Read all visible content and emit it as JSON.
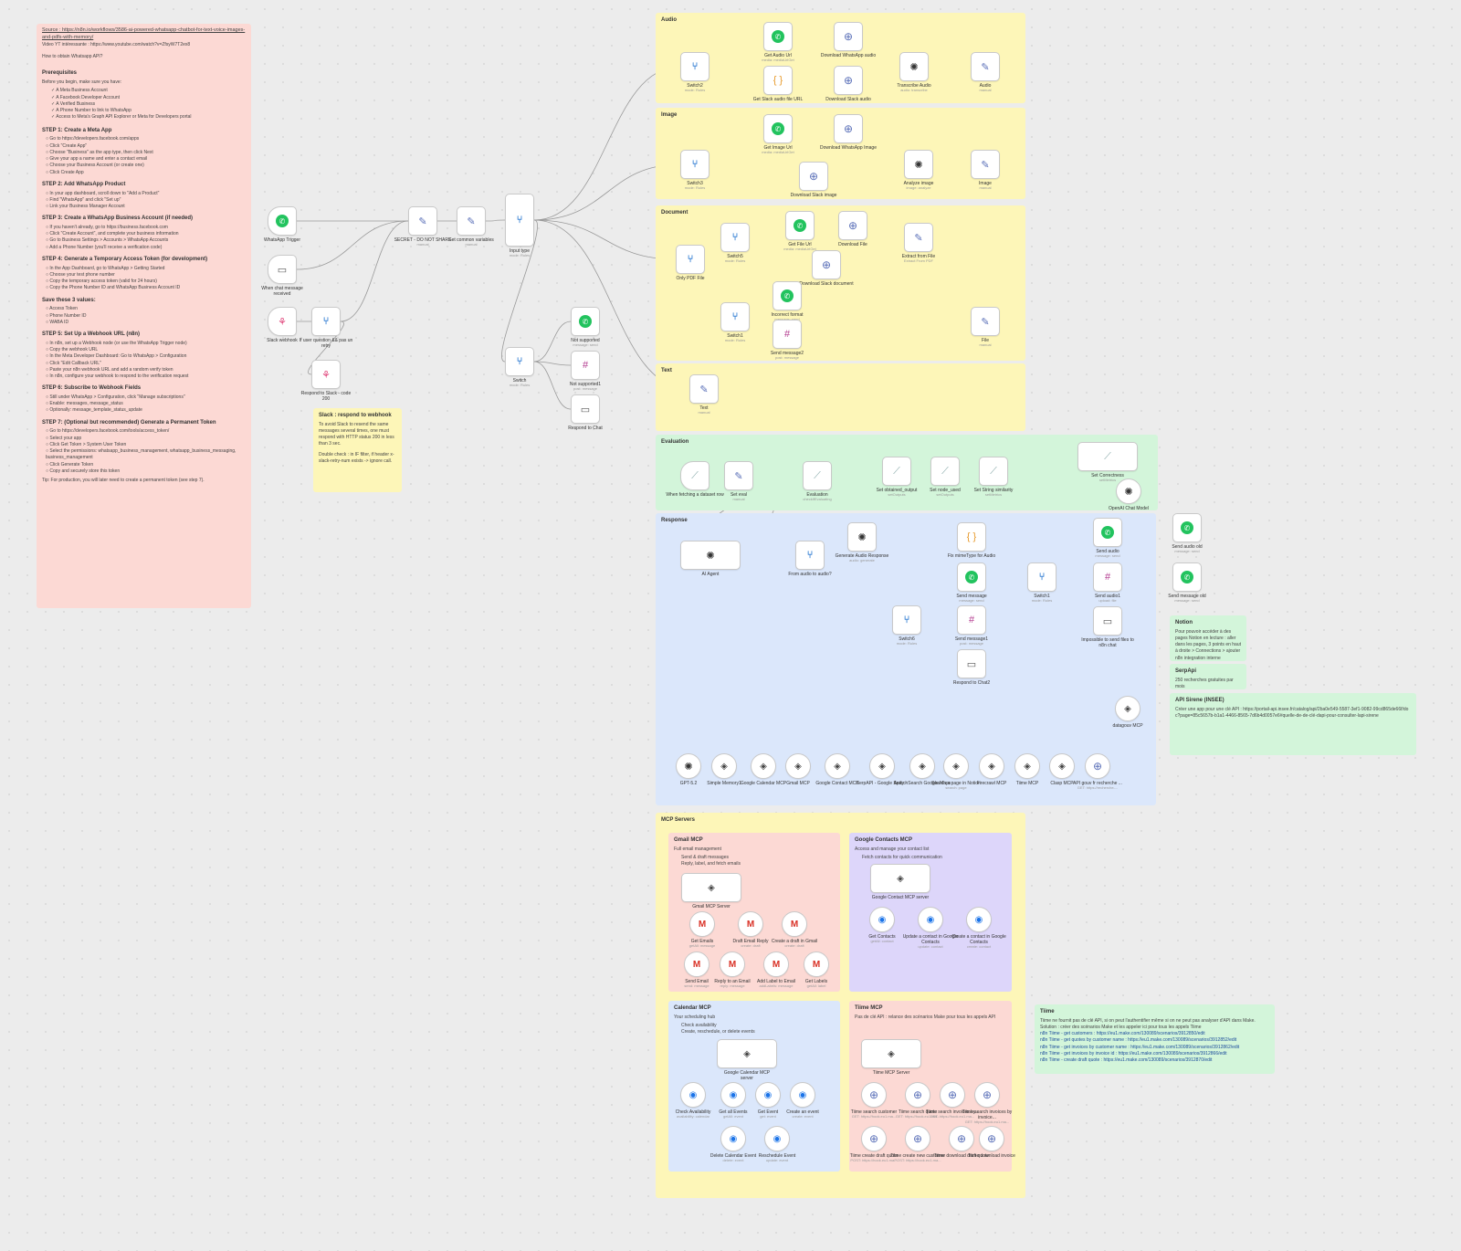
{
  "colors": {
    "pink": "#fcd9d4",
    "yellow": "#fdf6b8",
    "green": "#d3f5da",
    "blue": "#dbe7fb",
    "lilac": "#ddd6fa",
    "whatsapp": "#22c35e",
    "switch": "#3f86d6"
  },
  "notes": {
    "source_label": "Source : https://n8n.io/workflows/3586-ai-powered-whatsapp-chatbot-for-text-voice-images-and-pdfs-with-memory/",
    "video_label": "Video YT intéressante : https://www.youtube.com/watch?v=ZfsyW7T2ex8",
    "how_to": "How to obtain Whatsapp API?",
    "prereq_title": "Prerequisites",
    "prereq_intro": "Before you begin, make sure you have:",
    "prereq_items": [
      "A Meta Business Account",
      "A Facebook Developer Account",
      "A Verified Business",
      "A Phone Number to link to WhatsApp",
      "Access to Meta's Graph API Explorer or Meta for Developers portal"
    ],
    "steps": [
      {
        "title": "STEP 1: Create a Meta App",
        "items": [
          "Go to https://developers.facebook.com/apps",
          "Click \"Create App\"",
          "Choose \"Business\" as the app type, then click Next",
          "Give your app a name and enter a contact email",
          "Choose your Business Account (or create one)",
          "Click Create App"
        ]
      },
      {
        "title": "STEP 2: Add WhatsApp Product",
        "items": [
          "In your app dashboard, scroll down to \"Add a Product\"",
          "Find \"WhatsApp\" and click \"Set up\"",
          "Link your Business Manager Account"
        ]
      },
      {
        "title": "STEP 3: Create a WhatsApp Business Account (if needed)",
        "items": [
          "If you haven't already, go to https://business.facebook.com",
          "Click \"Create Account\", and complete your business information",
          "Go to Business Settings > Accounts > WhatsApp Accounts",
          "Add a Phone Number (you'll receive a verification code)"
        ]
      },
      {
        "title": "STEP 4: Generate a Temporary Access Token (for development)",
        "items": [
          "In the App Dashboard, go to WhatsApp > Getting Started",
          "Choose your test phone number",
          "Copy the temporary access token (valid for 24 hours)",
          "Copy the Phone Number ID and WhatsApp Business Account ID"
        ]
      },
      {
        "title": "Save these 3 values:",
        "items": [
          "Access Token",
          "Phone Number ID",
          "WABA ID"
        ]
      },
      {
        "title": "STEP 5: Set Up a Webhook URL (n8n)",
        "items": [
          "In n8n, set up a Webhook node (or use the WhatsApp Trigger node)",
          "Copy the webhook URL",
          "In the Meta Developer Dashboard: Go to WhatsApp > Configuration",
          "Click \"Edit Callback URL\"",
          "Paste your n8n webhook URL and add a random verify token",
          "In n8n, configure your webhook to respond to the verification request"
        ]
      },
      {
        "title": "STEP 6: Subscribe to Webhook Fields",
        "items": [
          "Still under WhatsApp > Configuration, click \"Manage subscriptions\"",
          "Enable: messages, message_status",
          "Optionally: message_template_status_update"
        ]
      },
      {
        "title": "STEP 7: (Optional but recommended) Generate a Permanent Token",
        "items": [
          "Go to https://developers.facebook.com/tools/access_token/",
          "Select your app",
          "Click Get Token > System User Token",
          "Select the permissions: whatsapp_business_management, whatsapp_business_messaging, business_management",
          "Click Generate Token",
          "Copy and securely store this token"
        ]
      }
    ],
    "tip": "Tip: For production, you will later need to create a permanent token (see step 7).",
    "slack_title": "Slack : respond to webhook",
    "slack_text": "To avoid Slack to resend the same messages several times, one must respond with HTTP status 200 in less than 3 sec.",
    "slack_text2": "Double check : in IF filter, if header x-slack-retry-num exists -> ignore call.",
    "notion_title": "Notion",
    "notion_text": "Pour pouvoir accéder à des pages Notion en lecture : aller dans les pages, 3 points en haut à droite > Connections > ajouter n8n integration interne",
    "serpapi_title": "SerpApi",
    "serpapi_text": "250 recherches gratuites par mois",
    "apigouv_title": "API Sirene (INSEE)",
    "apigouv_text": "Créer une app pour une clé API : https://portail-api.insee.fr/catalog/api/2ba0e549-5587-3ef1-9082-99cd865de66f/doc?page=85c5657b-b1a1-4466-8565-7d6b4d0057e6#quelle-de-de-clé-dapi-pour-consulter-lapi-sirene",
    "tiime_title": "Tiime",
    "tiime_text": "Tiime ne fournit pas de clé API, si on peut l'authentifier même si on ne peut pas analyser d'API dans Make.",
    "tiime_text2": "Solution : créer des scénarios Make et les appeler ici pour tous les appels Tiime",
    "tiime_links": [
      "n8n Tiime - get customers : https://eu1.make.com/130089/scenarios/3912850/edit",
      "n8n Tiime - get quotes by customer name : https://eu1.make.com/130089/scenarios/3912852/edit",
      "n8n Tiime - get invoices by customer name : https://eu1.make.com/130089/scenarios/3912862/edit",
      "n8n Tiime - get invoices by invoice id : https://eu1.make.com/130089/scenarios/3912866/edit",
      "n8n Tiime - create draft quote : https://eu1.make.com/130089/scenarios/3912870/edit"
    ]
  },
  "sections": {
    "audio": "Audio",
    "image": "Image",
    "document": "Document",
    "text": "Text",
    "evaluation": "Evaluation",
    "response": "Response",
    "mcp": "MCP Servers",
    "gmail": "Gmail MCP",
    "gmail_desc": "Full email management",
    "gmail_b1": "Send & draft messages",
    "gmail_b2": "Reply, label, and fetch emails",
    "contacts": "Google Contacts MCP",
    "contacts_desc": "Access and manage your contact list",
    "contacts_b1": "Fetch contacts for quick communication",
    "calendar": "Calendar MCP",
    "calendar_desc": "Your scheduling hub",
    "calendar_b1": "Check availability",
    "calendar_b2": "Create, reschedule, or delete events",
    "tiime": "Tiime MCP",
    "tiime_desc": "Pas de clé API : relance des scénarios Make pour tous les appels API"
  },
  "nodes": {
    "wa_trigger": {
      "label": "WhatsApp Trigger",
      "sub": ""
    },
    "chat_trigger": {
      "label": "When chat message received",
      "sub": ""
    },
    "slack_webhook": {
      "label": "Slack webhook",
      "sub": ""
    },
    "if_user": {
      "label": "If user question && pas un retry",
      "sub": ""
    },
    "respond_slack": {
      "label": "Respond to Slack - code 200",
      "sub": ""
    },
    "secret": {
      "label": "SECRET - DO NOT SHARE",
      "sub": "manual"
    },
    "common_vars": {
      "label": "Set common variables",
      "sub": "manual"
    },
    "input_type": {
      "label": "Input type",
      "sub": "mode: Rules"
    },
    "switch_main": {
      "label": "Switch",
      "sub": "mode: Rules"
    },
    "not_supported": {
      "label": "Not supported",
      "sub": "message: send"
    },
    "not_supported1": {
      "label": "Not supported1",
      "sub": "post: message"
    },
    "respond_chat": {
      "label": "Respond to Chat",
      "sub": ""
    },
    "switch2": {
      "label": "Switch2",
      "sub": "mode: Rules"
    },
    "get_audio_url": {
      "label": "Get Audio Url",
      "sub": "media: mediaUrlGet"
    },
    "dl_wa_audio": {
      "label": "Download WhatsApp audio",
      "sub": ""
    },
    "slack_audio_url": {
      "label": "Get Slack audio file URL",
      "sub": ""
    },
    "dl_slack_audio": {
      "label": "Download Slack audio",
      "sub": ""
    },
    "transcribe": {
      "label": "Transcribe Audio",
      "sub": "audio: transcribe"
    },
    "audio_set": {
      "label": "Audio",
      "sub": "manual"
    },
    "switch3": {
      "label": "Switch3",
      "sub": "mode: Rules"
    },
    "get_image_url": {
      "label": "Get Image Url",
      "sub": "media: mediaUrlGet"
    },
    "dl_wa_image": {
      "label": "Download WhatsApp Image",
      "sub": ""
    },
    "dl_slack_image": {
      "label": "Download Slack image",
      "sub": ""
    },
    "analyze_image": {
      "label": "Analyze image",
      "sub": "image: analyze"
    },
    "image_set": {
      "label": "Image",
      "sub": "manual"
    },
    "only_pdf": {
      "label": "Only PDF File",
      "sub": ""
    },
    "switch5": {
      "label": "Switch5",
      "sub": "mode: Rules"
    },
    "get_file_url": {
      "label": "Get File Url",
      "sub": "media: mediaUrlGet"
    },
    "dl_file": {
      "label": "Download File",
      "sub": ""
    },
    "extract_file": {
      "label": "Extract from File",
      "sub": "Extract From PDF"
    },
    "dl_slack_doc": {
      "label": "Download Slack document",
      "sub": ""
    },
    "switch_c": {
      "label": "Switch1",
      "sub": "mode: Rules"
    },
    "incorrect_format": {
      "label": "Incorrect format",
      "sub": "message: send"
    },
    "send_message2": {
      "label": "Send message2",
      "sub": "post: message"
    },
    "file_set": {
      "label": "File",
      "sub": "manual"
    },
    "text_set": {
      "label": "Text",
      "sub": "manual"
    },
    "eval_trigger": {
      "label": "When fetching a dataset row",
      "sub": ""
    },
    "set_eval": {
      "label": "Set eval",
      "sub": "manual"
    },
    "evaluation": {
      "label": "Evaluation",
      "sub": "checkIfEvaluating"
    },
    "set_obtained": {
      "label": "Set obtained_output",
      "sub": "setOutputs"
    },
    "set_node_used": {
      "label": "Set node_used",
      "sub": "setOutputs"
    },
    "set_similarity": {
      "label": "Set String similarity",
      "sub": "setMetrics"
    },
    "set_correctness": {
      "label": "Set Correctness",
      "sub": "setMetrics"
    },
    "openai_model": {
      "label": "OpenAI Chat Model",
      "sub": ""
    },
    "ai_agent": {
      "label": "AI Agent",
      "sub": ""
    },
    "from_audio": {
      "label": "From audio to audio?",
      "sub": ""
    },
    "gen_audio": {
      "label": "Generate Audio Response",
      "sub": "audio: generate"
    },
    "fix_mime": {
      "label": "Fix mimeType for Audio",
      "sub": ""
    },
    "send_message": {
      "label": "Send message",
      "sub": "message: send"
    },
    "switch6": {
      "label": "Switch6",
      "sub": "mode: Rules"
    },
    "send_message1": {
      "label": "Send message1",
      "sub": "post: message"
    },
    "respond_chat2": {
      "label": "Respond to Chat2",
      "sub": ""
    },
    "switch1": {
      "label": "Switch1",
      "sub": "mode: Rules"
    },
    "send_audio": {
      "label": "Send audio",
      "sub": "message: send"
    },
    "send_audio1": {
      "label": "Send audio1",
      "sub": "upload: file"
    },
    "impossible": {
      "label": "Impossible to send files to n8n chat",
      "sub": ""
    },
    "send_audio_old": {
      "label": "Send audio old",
      "sub": "message: send"
    },
    "send_msg_old": {
      "label": "Send message old",
      "sub": "message: send"
    },
    "datagouv": {
      "label": "datagouv MCP",
      "sub": ""
    },
    "t_gpt": {
      "label": "GPT-5.2",
      "sub": ""
    },
    "t_memory": {
      "label": "Simple Memory1",
      "sub": ""
    },
    "t_gcal": {
      "label": "Google Calendar MCP",
      "sub": ""
    },
    "t_gmail": {
      "label": "Gmail MCP",
      "sub": ""
    },
    "t_gcont": {
      "label": "Google Contact MCP",
      "sub": ""
    },
    "t_serp": {
      "label": "SerpAPI - Google Search",
      "sub": ""
    },
    "t_apify": {
      "label": "Apify - Search Google Maps",
      "sub": ""
    },
    "t_notion": {
      "label": "Search a page in Notion",
      "sub": "search: page"
    },
    "t_firecrawl": {
      "label": "Firecrawl MCP",
      "sub": ""
    },
    "t_tiime": {
      "label": "Tiime MCP",
      "sub": ""
    },
    "t_clasp": {
      "label": "Clasp MCP",
      "sub": ""
    },
    "t_apigouv": {
      "label": "API gouv fr recherche ...",
      "sub": "GET: https://recherche-..."
    },
    "gmail_server": {
      "label": "Gmail MCP Server",
      "sub": ""
    },
    "g_get": {
      "label": "Get Emails",
      "sub": "getAll: message"
    },
    "g_draft_reply": {
      "label": "Draft Email Reply",
      "sub": "create: draft"
    },
    "g_create_draft": {
      "label": "Create a draft in Gmail",
      "sub": "create: draft"
    },
    "g_send": {
      "label": "Send Email",
      "sub": "send: message"
    },
    "g_reply": {
      "label": "Reply to an Email",
      "sub": "reply: message"
    },
    "g_add_label": {
      "label": "Add Label to Email",
      "sub": "addLabels: message"
    },
    "g_labels": {
      "label": "Get Labels",
      "sub": "getAll: label"
    },
    "gc_server": {
      "label": "Google Contact MCP server",
      "sub": ""
    },
    "gc_get": {
      "label": "Get Contacts",
      "sub": "getAll: contact"
    },
    "gc_update": {
      "label": "Update a contact in Google Contacts",
      "sub": "update: contact"
    },
    "gc_create": {
      "label": "Create a contact in Google Contacts",
      "sub": "create: contact"
    },
    "cal_server": {
      "label": "Google Calendar MCP server",
      "sub": ""
    },
    "cal_avail": {
      "label": "Check Availability",
      "sub": "availability: calendar"
    },
    "cal_all": {
      "label": "Get all Events",
      "sub": "getAll: event"
    },
    "cal_get": {
      "label": "Get Event",
      "sub": "get: event"
    },
    "cal_create": {
      "label": "Create an event",
      "sub": "create: event"
    },
    "cal_delete": {
      "label": "Delete Calendar Event",
      "sub": "delete: event"
    },
    "cal_resched": {
      "label": "Reschedule Event",
      "sub": "update: event"
    },
    "tiime_server": {
      "label": "Tiime MCP Server",
      "sub": ""
    },
    "ti_cust": {
      "label": "Tiime search customer",
      "sub": "GET: https://hook.eu1.ma..."
    },
    "ti_quote": {
      "label": "Tiime search quote",
      "sub": "GET: https://hook.eu1.ma..."
    },
    "ti_inv": {
      "label": "Tiime search invoices by...",
      "sub": "GET: https://hook.eu1.ma..."
    },
    "ti_inv2": {
      "label": "Tiime search invoices by invoice...",
      "sub": "GET: https://hook.eu1.ma..."
    },
    "ti_draft": {
      "label": "Tiime create draft quote",
      "sub": "POST: https://hook.eu1.ma..."
    },
    "ti_newcust": {
      "label": "Tiime create new customer",
      "sub": "POST: https://hook.eu1.ma..."
    },
    "ti_dl": {
      "label": "Tiime download draft quote",
      "sub": ""
    },
    "ti_dlinv": {
      "label": "Tiime download invoice",
      "sub": ""
    }
  },
  "icons": {
    "whatsapp": "whatsapp-icon",
    "switch": "switch-icon",
    "globe": "http-request-icon",
    "edit": "edit-fields-icon",
    "code": "code-icon",
    "openai": "openai-icon",
    "chat": "chat-icon",
    "webhook": "webhook-icon",
    "gmail": "gmail-icon",
    "contacts": "google-contacts-icon",
    "calendar": "google-calendar-icon",
    "slack": "slack-icon",
    "mcp": "mcp-icon"
  }
}
